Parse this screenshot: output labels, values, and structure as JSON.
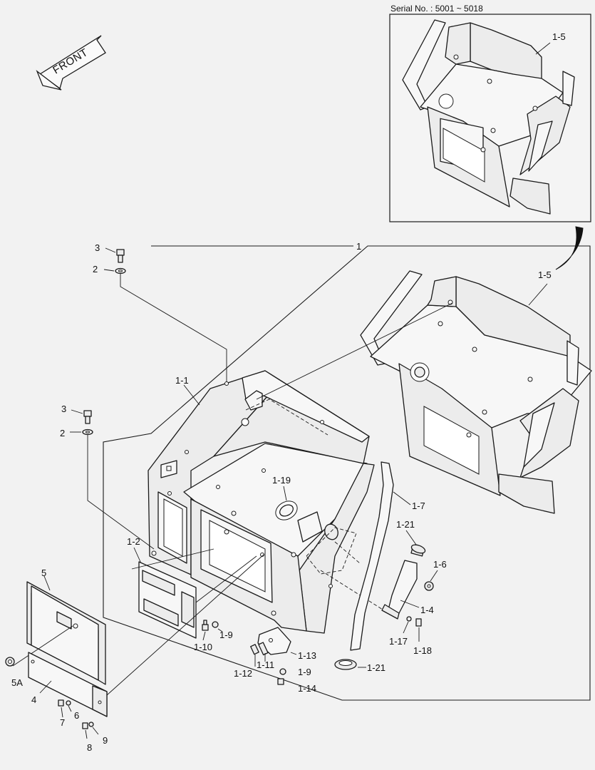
{
  "inset": {
    "serial_label": "Serial No. : 5001 ~ 5018",
    "part_label": "1-5"
  },
  "front_label": "FRONT",
  "labels": {
    "l_1": "1",
    "l_1_1": "1-1",
    "l_1_2": "1-2",
    "l_1_4": "1-4",
    "l_1_5": "1-5",
    "l_1_6": "1-6",
    "l_1_7": "1-7",
    "l_1_9a": "1-9",
    "l_1_9b": "1-9",
    "l_1_10": "1-10",
    "l_1_11": "1-11",
    "l_1_12": "1-12",
    "l_1_13": "1-13",
    "l_1_14": "1-14",
    "l_1_17": "1-17",
    "l_1_18": "1-18",
    "l_1_19": "1-19",
    "l_1_21a": "1-21",
    "l_1_21b": "1-21",
    "l_2a": "2",
    "l_2b": "2",
    "l_3a": "3",
    "l_3b": "3",
    "l_4": "4",
    "l_5": "5",
    "l_5a": "5A",
    "l_6": "6",
    "l_7": "7",
    "l_8": "8",
    "l_9": "9"
  }
}
